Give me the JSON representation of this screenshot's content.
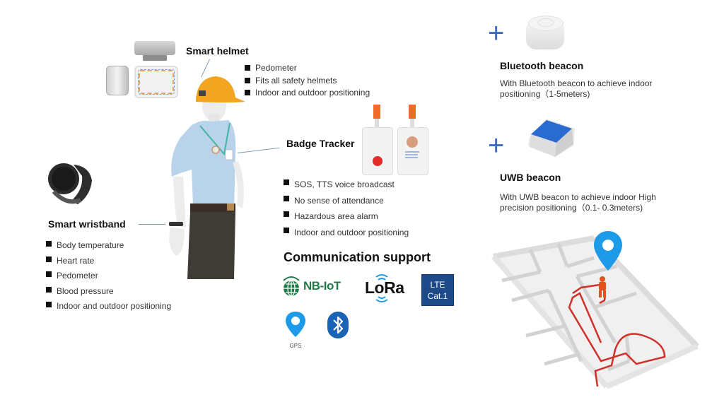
{
  "helmet": {
    "title": "Smart helmet",
    "features": [
      "Pedometer",
      "Fits all safety helmets",
      "Indoor and outdoor positioning"
    ]
  },
  "badge": {
    "title": "Badge Tracker",
    "features": [
      "SOS, TTS voice broadcast",
      "No sense of attendance",
      "Hazardous area alarm",
      "Indoor and outdoor positioning"
    ]
  },
  "wristband": {
    "title": "Smart wristband",
    "features": [
      "Body temperature",
      "Heart rate",
      "Pedometer",
      "Blood pressure",
      "Indoor and outdoor positioning"
    ]
  },
  "communication": {
    "title": "Communication support",
    "logos": {
      "nbiot": "NB-IoT",
      "lora": "LoRa",
      "lte_line1": "LTE",
      "lte_line2": "Cat.1",
      "gps": "GPS"
    }
  },
  "bluetooth_beacon": {
    "plus": "+",
    "title": "Bluetooth beacon",
    "description": "With Bluetooth beacon to achieve indoor positioning（1-5meters)"
  },
  "uwb_beacon": {
    "plus": "+",
    "title": "UWB beacon",
    "description": "With UWB beacon to achieve indoor High precision positioning（0.1- 0.3meters)"
  },
  "colors": {
    "accent_blue": "#3b6cc0",
    "pin_blue": "#1e9be8",
    "nbiot_green": "#1f7a47",
    "lte_navy": "#1e4a8a",
    "helmet_orange": "#f3a51f",
    "route_red": "#d0302a"
  }
}
